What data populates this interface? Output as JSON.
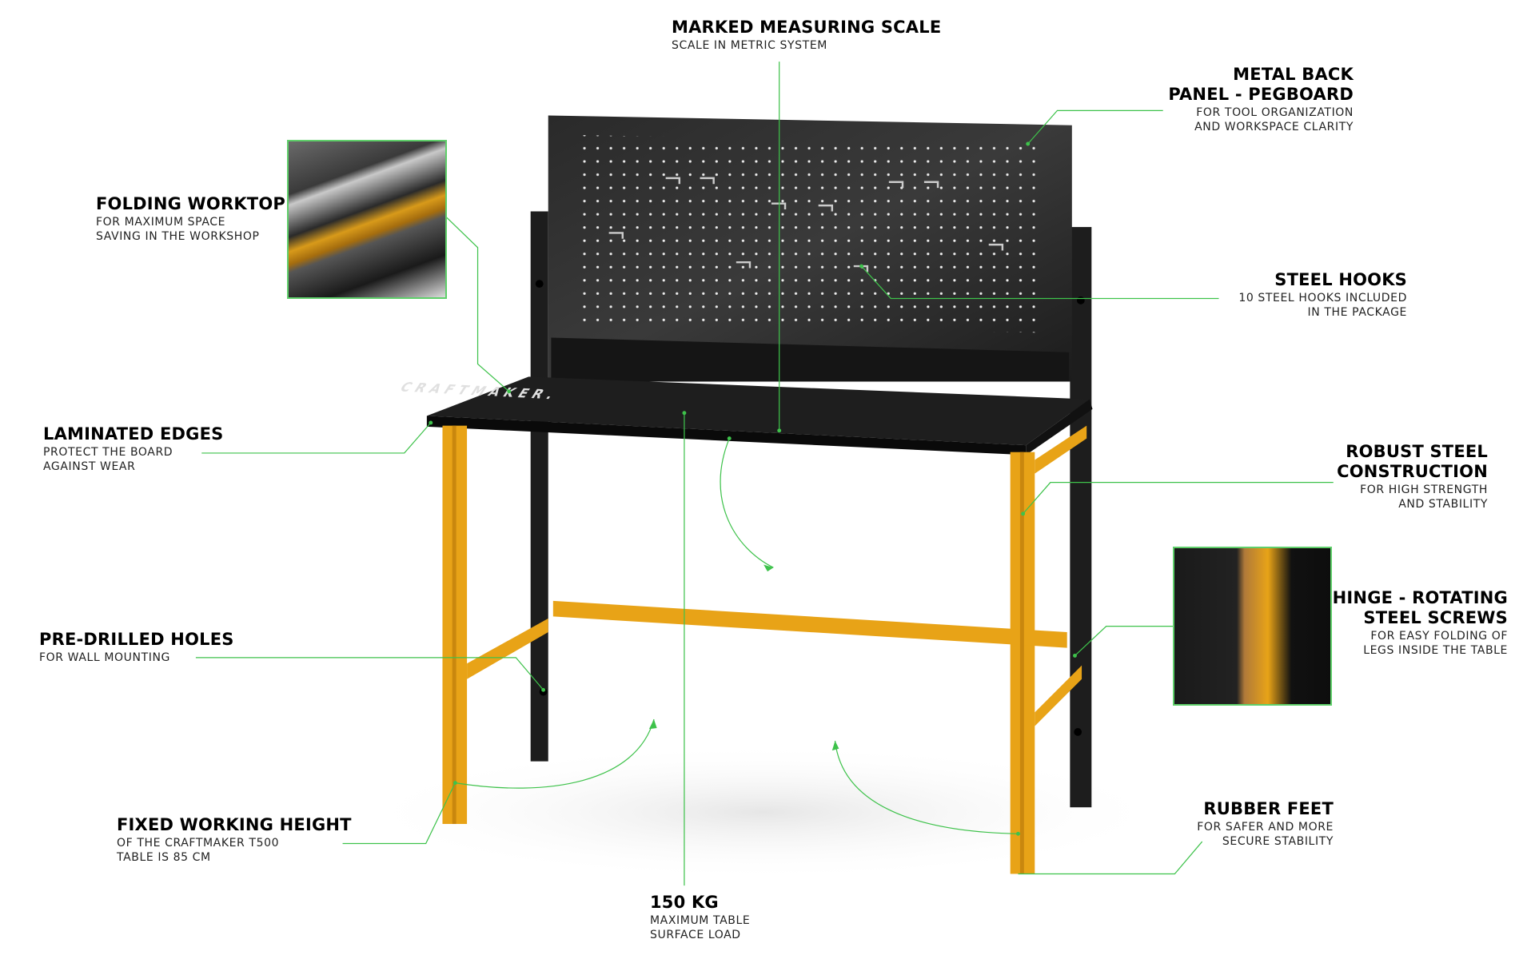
{
  "colors": {
    "accent_line": "#3ec24b",
    "leg_yellow": "#e8a317",
    "steel_black": "#1b1b1b"
  },
  "product": {
    "brand": "CRAFTMAKER."
  },
  "callouts": [
    {
      "id": "measuring-scale",
      "title": "MARKED MEASURING SCALE",
      "subtitle": "SCALE IN METRIC SYSTEM"
    },
    {
      "id": "metal-back-panel",
      "title": "METAL BACK\nPANEL - PEGBOARD",
      "subtitle": "FOR TOOL ORGANIZATION\nAND WORKSPACE CLARITY"
    },
    {
      "id": "folding-worktop",
      "title": "FOLDING WORKTOP",
      "subtitle": "FOR MAXIMUM SPACE\nSAVING IN THE WORKSHOP"
    },
    {
      "id": "steel-hooks",
      "title": "STEEL HOOKS",
      "subtitle": "10 STEEL HOOKS INCLUDED\nIN THE PACKAGE"
    },
    {
      "id": "laminated-edges",
      "title": "LAMINATED EDGES",
      "subtitle": "PROTECT THE BOARD\nAGAINST WEAR"
    },
    {
      "id": "robust-steel",
      "title": "ROBUST STEEL\nCONSTRUCTION",
      "subtitle": "FOR HIGH STRENGTH\nAND STABILITY"
    },
    {
      "id": "hinge",
      "title": "HINGE - ROTATING\nSTEEL SCREWS",
      "subtitle": "FOR EASY FOLDING OF\nLEGS INSIDE THE TABLE"
    },
    {
      "id": "pre-drilled-holes",
      "title": "PRE-DRILLED HOLES",
      "subtitle": "FOR WALL MOUNTING"
    },
    {
      "id": "fixed-height",
      "title": "FIXED WORKING HEIGHT",
      "subtitle": "OF THE CRAFTMAKER T500\nTABLE IS 85 CM"
    },
    {
      "id": "rubber-feet",
      "title": "RUBBER FEET",
      "subtitle": "FOR SAFER AND MORE\nSECURE STABILITY"
    },
    {
      "id": "max-load",
      "title": "150 KG",
      "subtitle": "MAXIMUM TABLE\nSURFACE LOAD"
    }
  ]
}
